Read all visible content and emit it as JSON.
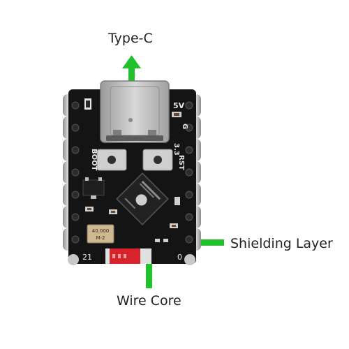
{
  "labels": {
    "type_c": "Type-C",
    "shielding_layer": "Shielding Layer",
    "wire_core": "Wire Core"
  },
  "silkscreen": {
    "boot": "BOOT",
    "rst": "RST",
    "v5": "5V",
    "g": "G",
    "v33": "3.3",
    "pin_21": "21",
    "pin_0": "0",
    "crystal_top": "40.000",
    "crystal_bottom": "M-2"
  },
  "colors": {
    "arrow": "#22c02a",
    "pcb": "#141414",
    "silk": "#e8e8e8",
    "usb_metal": "#b9b9b9",
    "pin_silver": "#c6c6c6",
    "antenna_red": "#d7232b"
  },
  "icons": {
    "usb": "usb-c-connector-icon",
    "chip": "esp32-chip-icon",
    "espressif": "espressif-logo-icon"
  }
}
